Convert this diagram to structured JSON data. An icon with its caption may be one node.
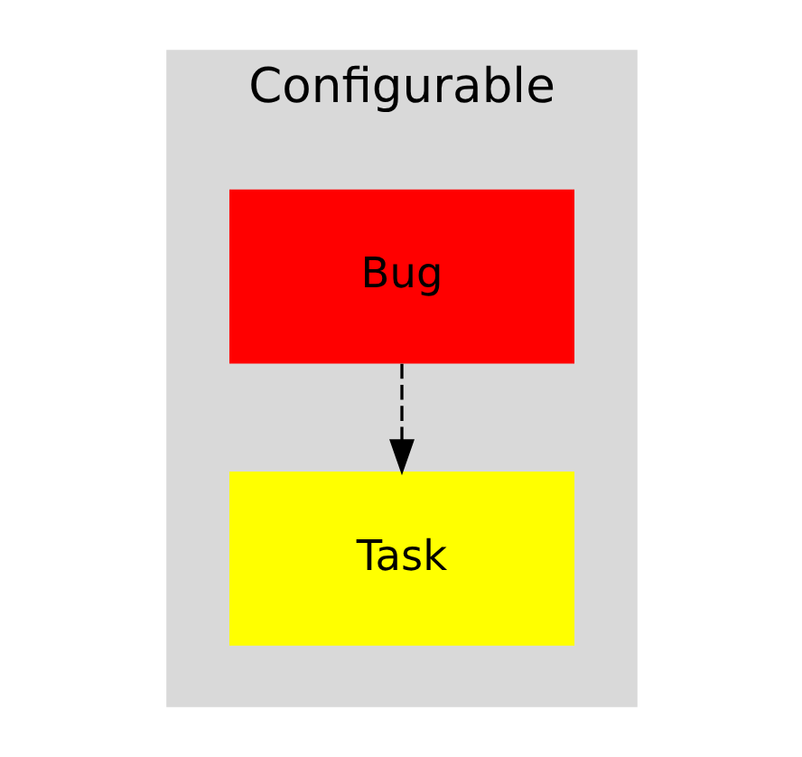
{
  "diagram": {
    "nodes": [
      {
        "text": [
          "Configurable"
        ]
      },
      {
        "text": [
          "Bug"
        ],
        "in": 0
      },
      {
        "text": [
          "Task"
        ],
        "in": 0
      }
    ],
    "edges": [
      {
        "from": 1,
        "to": 2,
        "arrow": "to",
        "style": "dashed"
      }
    ]
  }
}
